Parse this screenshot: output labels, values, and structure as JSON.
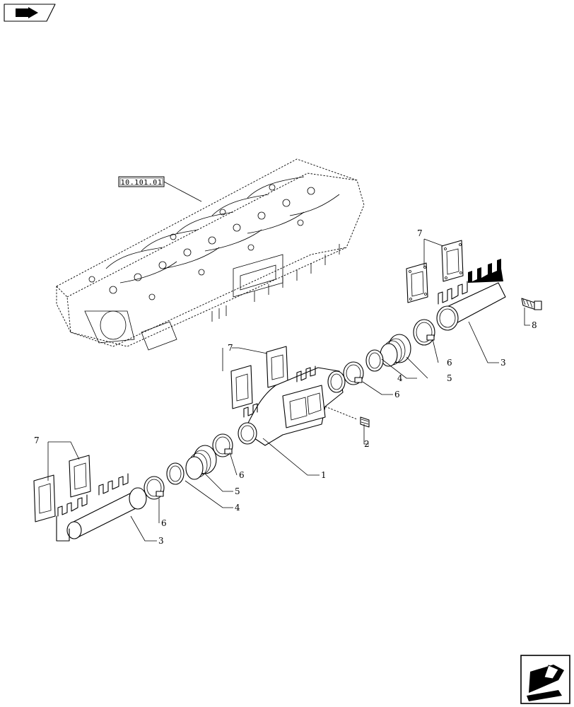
{
  "reference_label": "10.101.01",
  "callouts": {
    "c1": "1",
    "c2": "2",
    "c3a": "3",
    "c3b": "3",
    "c4a": "4",
    "c4b": "4",
    "c5a": "5",
    "c5b": "5",
    "c6a": "6",
    "c6b": "6",
    "c6c": "6",
    "c7a": "7",
    "c7b": "7",
    "c7c": "7",
    "c8": "8"
  },
  "icons": {
    "top_left": "book-tab-icon",
    "bottom_right": "next-page-arrow-icon"
  }
}
